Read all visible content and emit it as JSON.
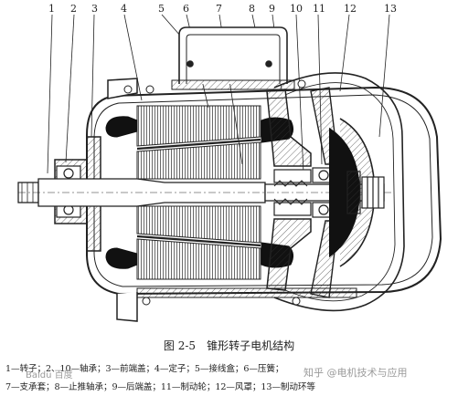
{
  "callouts": [
    "1",
    "2",
    "3",
    "4",
    "5",
    "6",
    "7",
    "8",
    "9",
    "10",
    "11",
    "12",
    "13"
  ],
  "caption": {
    "figure_no": "图 2-5",
    "title": "锥形转子电机结构"
  },
  "legend": {
    "line1": "1—转子；2、10—轴承；3—前端盖；4—定子；5—接线盒；6—压簧；",
    "line2": "7—支承套；8—止推轴承；9—后端盖；11—制动轮；12—风罩；13—制动环等"
  },
  "watermarks": {
    "left": "Baidu 百度",
    "right": "知乎 @电机技术与应用"
  }
}
